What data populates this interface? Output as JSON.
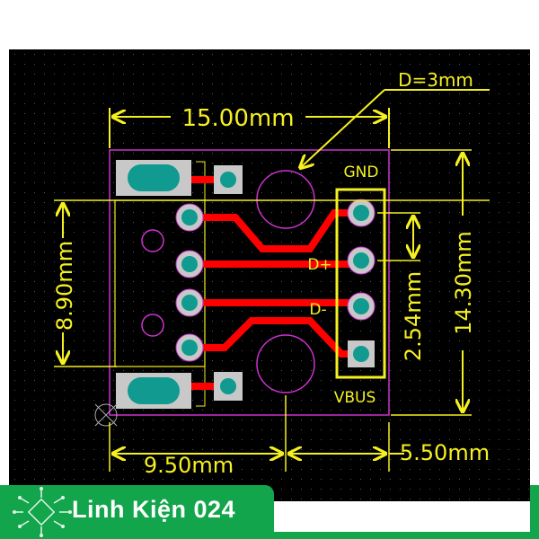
{
  "colors": {
    "board_bg": "#000000",
    "silkscreen": "#f5f020",
    "outline": "#cc33cc",
    "copper": "#ff0000",
    "pad": "#c8c8c8",
    "hole": "#109a90",
    "brand": "#12a54b"
  },
  "labels": {
    "width": "15.00mm",
    "hole": "D=3mm",
    "left_height": "8.90mm",
    "total_height": "14.30mm",
    "pitch": "2.54mm",
    "left_offset": "9.50mm",
    "right_offset": "5.50mm",
    "gnd": "GND",
    "dplus": "D+",
    "dminus": "D-",
    "vbus": "VBUS"
  },
  "brand": {
    "name": "Linh Kiện 024",
    "icon": "circuit-chip-icon"
  }
}
